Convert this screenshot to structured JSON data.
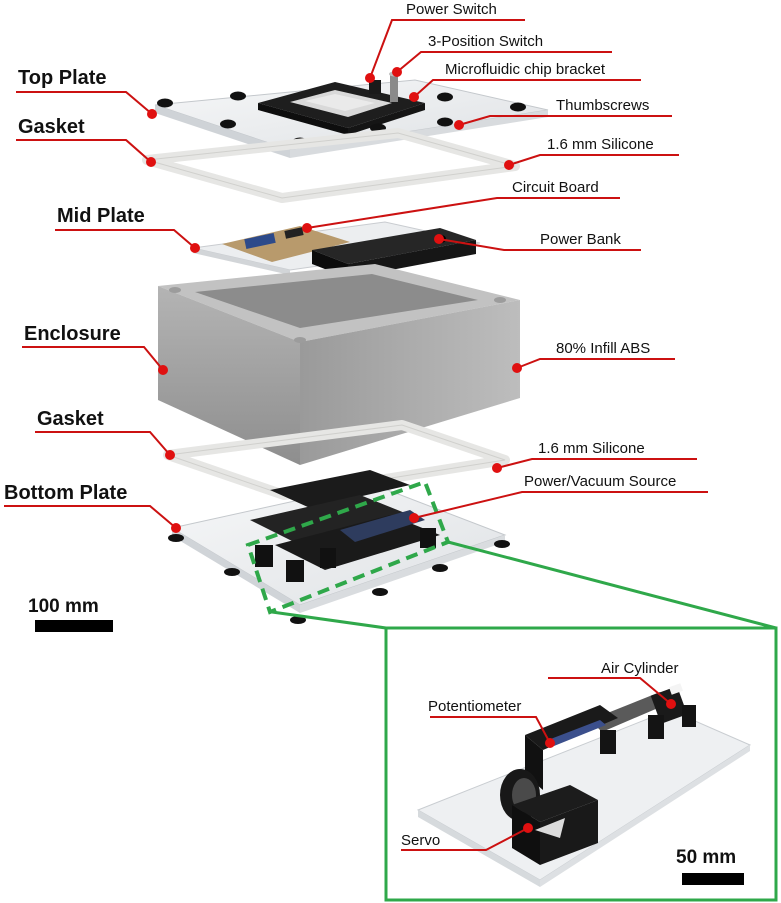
{
  "labels": {
    "top_plate": "Top Plate",
    "gasket_top": "Gasket",
    "mid_plate": "Mid Plate",
    "enclosure": "Enclosure",
    "gasket_bottom": "Gasket",
    "bottom_plate": "Bottom Plate",
    "power_switch": "Power Switch",
    "three_position_switch": "3-Position Switch",
    "microfluidic_chip_bracket": "Microfluidic chip bracket",
    "thumbscrews": "Thumbscrews",
    "silicone_top": "1.6 mm Silicone",
    "circuit_board": "Circuit Board",
    "power_bank": "Power Bank",
    "infill_abs": "80% Infill ABS",
    "silicone_bottom": "1.6 mm Silicone",
    "power_vacuum_source": "Power/Vacuum Source",
    "air_cylinder": "Air Cylinder",
    "potentiometer": "Potentiometer",
    "servo": "Servo"
  },
  "scale_bars": {
    "main": "100 mm",
    "inset": "50 mm"
  },
  "colors": {
    "leader": "#cc1111",
    "dot": "#e01010",
    "inset_border": "#2fa84a",
    "enclosure": "#a6a6a6",
    "plate": "#eef0f2",
    "dark_part": "#1c1c1c"
  }
}
